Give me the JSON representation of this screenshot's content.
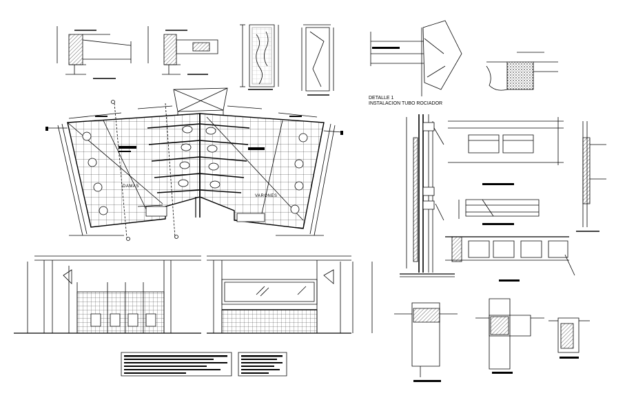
{
  "detail_1": {
    "line1": "DETALLE 1",
    "line2": "INSTALACION TUBO ROCIADOR"
  },
  "plan": {
    "room_left": "DAMAS",
    "room_right": "VARONES"
  },
  "colors": {
    "ink": "#000000",
    "paper": "#ffffff"
  }
}
